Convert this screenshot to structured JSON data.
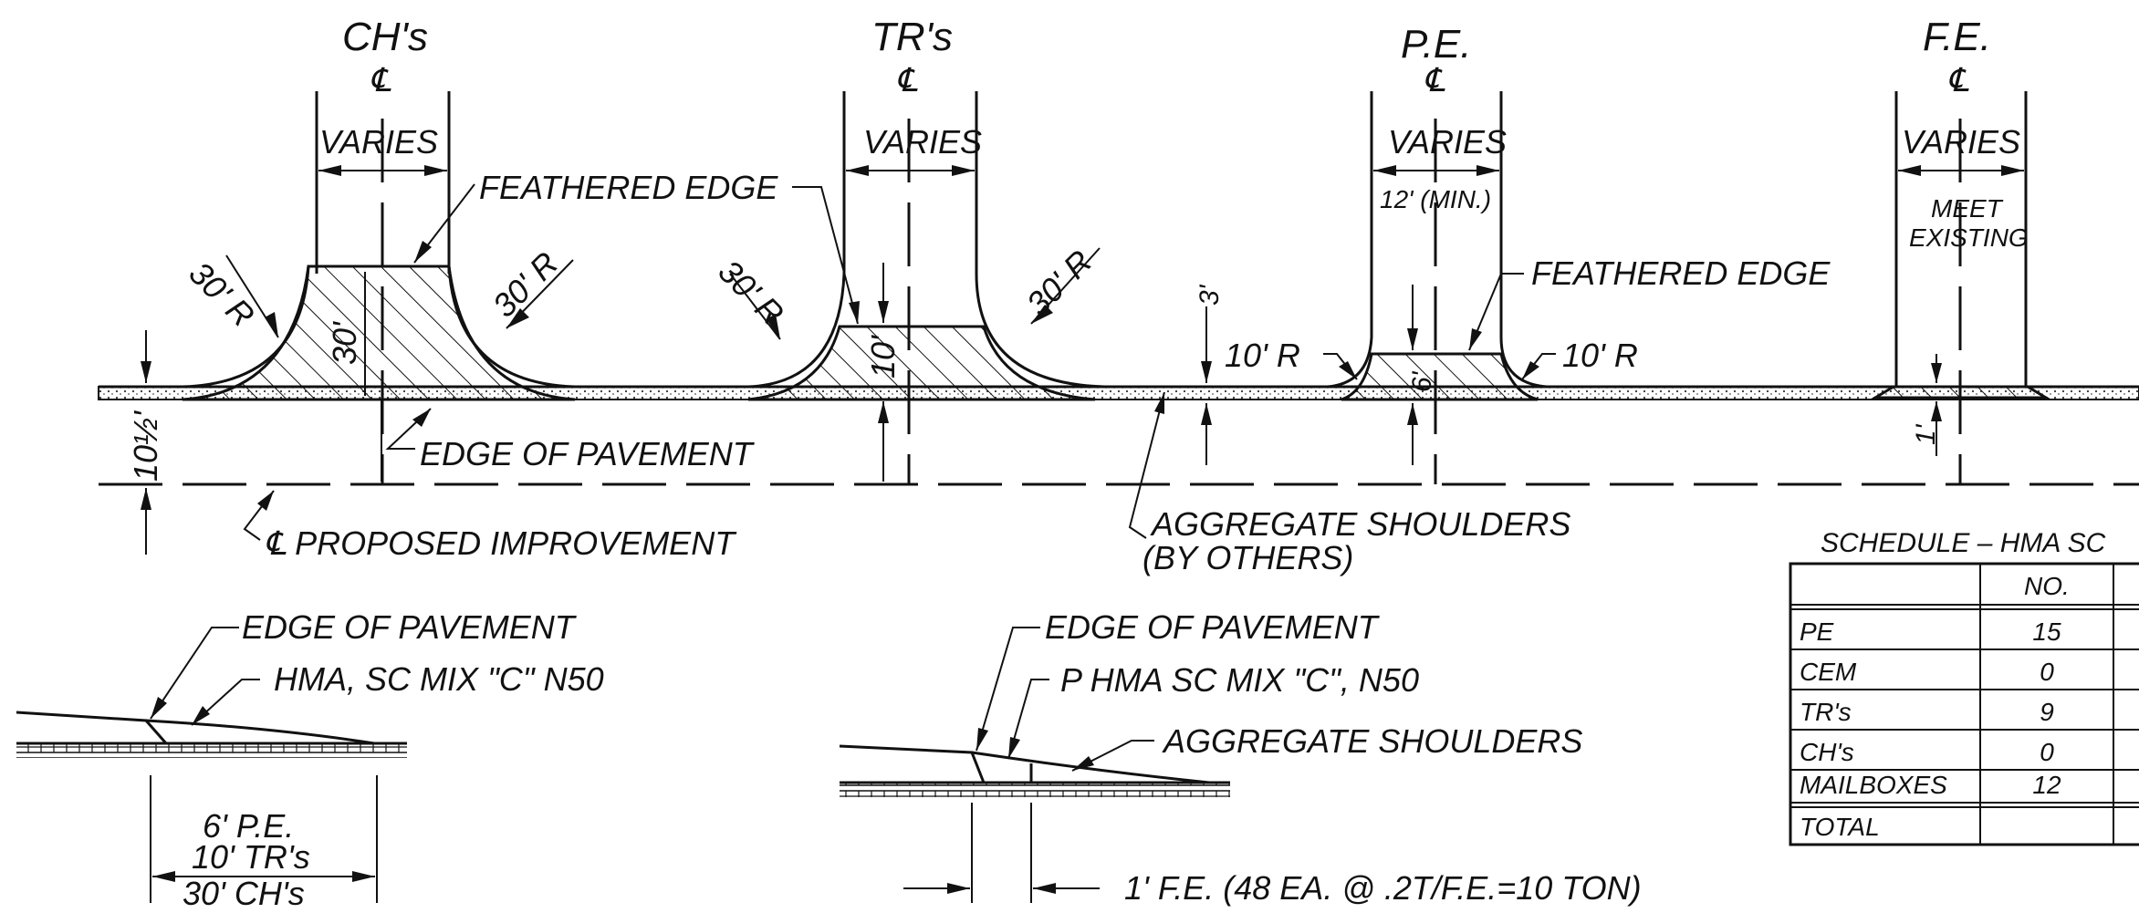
{
  "headers": {
    "ch": "CH's",
    "tr": "TR's",
    "pe": "P.E.",
    "fe": "F.E."
  },
  "centerline_symbol": "℄",
  "labels": {
    "varies": "VARIES",
    "pe_min": "12' (MIN.)",
    "meet": "MEET",
    "existing": "EXISTING",
    "feathered_edge": "FEATHERED EDGE",
    "r30": "30' R",
    "r10": "10' R",
    "d30": "30'",
    "d10": "10'",
    "d6": "6'",
    "d3": "3'",
    "d1": "1'",
    "d10half": "10½'",
    "edge_of_pavement": "EDGE OF PAVEMENT",
    "proposed_improvement": "℄ PROPOSED IMPROVEMENT",
    "aggregate_shoulders_1": "AGGREGATE SHOULDERS",
    "aggregate_shoulders_2": "(BY OTHERS)"
  },
  "section_left": {
    "edge_of_pavement": "EDGE OF PAVEMENT",
    "hma": "HMA, SC MIX \"C\" N50",
    "dim_pe": "6' P.E.",
    "dim_tr": "10' TR's",
    "dim_ch": "30' CH's"
  },
  "section_right": {
    "edge_of_pavement": "EDGE OF PAVEMENT",
    "hma": "P HMA SC MIX \"C\", N50",
    "aggregate": "AGGREGATE SHOULDERS",
    "fe_note": "1' F.E. (48 EA. @ .2T/F.E.=10 TON)"
  },
  "schedule": {
    "title": "SCHEDULE – HMA SC",
    "col_header": "NO.",
    "rows": [
      {
        "name": "PE",
        "no": "15"
      },
      {
        "name": "CEM",
        "no": "0"
      },
      {
        "name": "TR's",
        "no": "9"
      },
      {
        "name": "CH's",
        "no": "0"
      },
      {
        "name": "MAILBOXES",
        "no": "12"
      },
      {
        "name": "TOTAL",
        "no": ""
      }
    ]
  }
}
